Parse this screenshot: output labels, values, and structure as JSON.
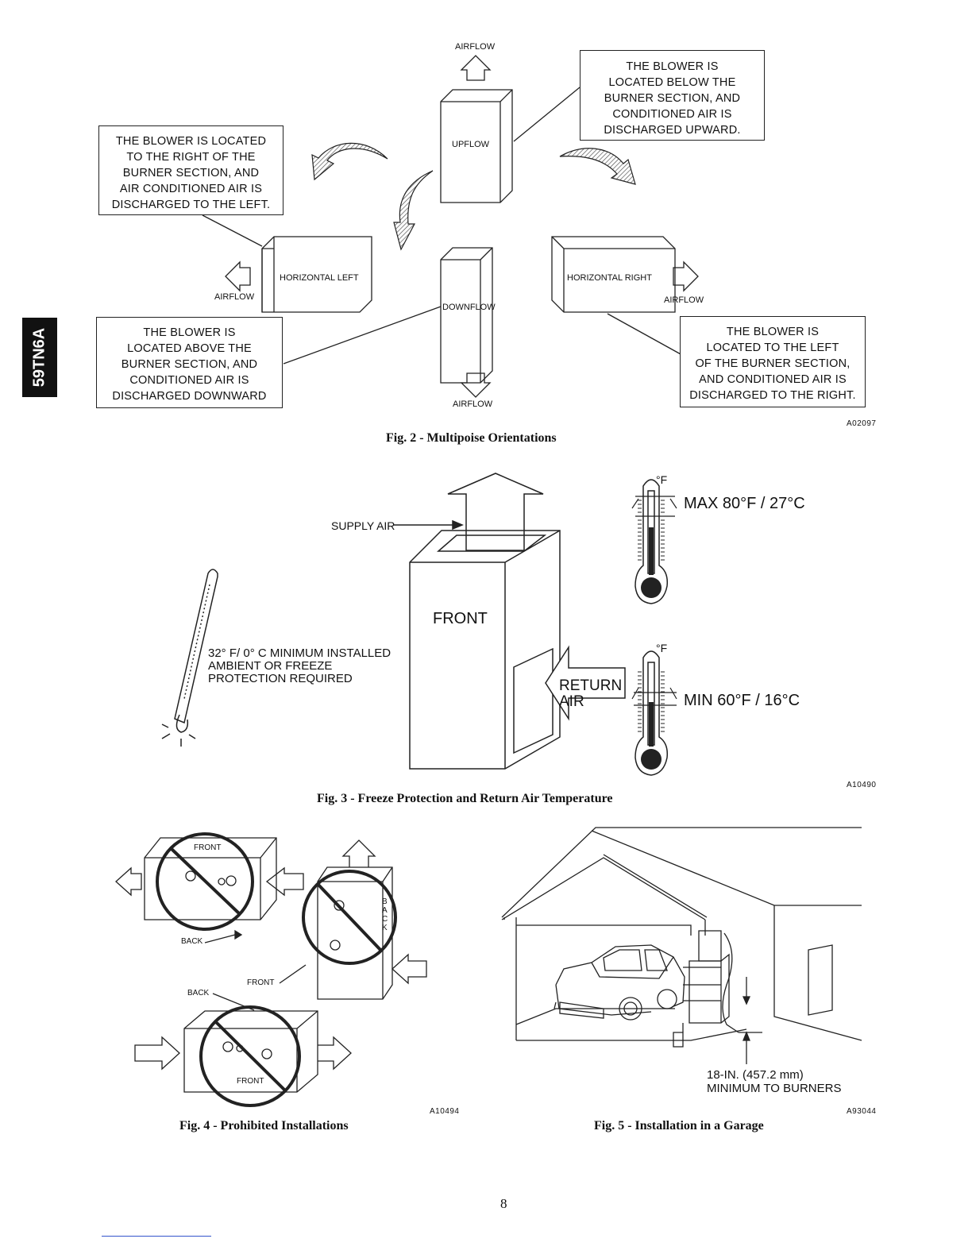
{
  "side_tab": "59TN6A",
  "fig2": {
    "caption": "Fig. 2 - Multipoise Orientations",
    "code": "A02097",
    "labels": {
      "upflow": "UPFLOW",
      "downflow": "DOWNFLOW",
      "horizontal_left": "HORIZONTAL LEFT",
      "horizontal_right": "HORIZONTAL RIGHT",
      "airflow": "AIRFLOW"
    },
    "note_upflow": [
      "THE BLOWER IS",
      "LOCATED BELOW THE",
      "BURNER SECTION, AND",
      "CONDITIONED AIR IS",
      "DISCHARGED UPWARD."
    ],
    "note_left": [
      "THE BLOWER IS LOCATED",
      "TO THE RIGHT OF THE",
      "BURNER SECTION, AND",
      "AIR CONDITIONED AIR IS",
      "DISCHARGED TO THE LEFT."
    ],
    "note_downflow": [
      "THE BLOWER IS",
      "LOCATED ABOVE THE",
      "BURNER SECTION, AND",
      "CONDITIONED AIR IS",
      "DISCHARGED DOWNWARD"
    ],
    "note_right": [
      "THE BLOWER IS",
      "LOCATED TO THE LEFT",
      "OF THE BURNER SECTION,",
      "AND CONDITIONED AIR IS",
      "DISCHARGED TO THE RIGHT."
    ]
  },
  "fig3": {
    "caption": "Fig. 3 - Freeze Protection and Return Air Temperature",
    "code": "A10490",
    "supply_air": "SUPPLY AIR",
    "front": "FRONT",
    "return_air": [
      "RETURN",
      "AIR"
    ],
    "freeze_note": [
      "32° F/ 0° C MINIMUM INSTALLED",
      "AMBIENT OR FREEZE",
      "PROTECTION REQUIRED"
    ],
    "max_temp": "MAX 80°F / 27°C",
    "min_temp": "MIN 60°F / 16°C",
    "unit": "°F"
  },
  "fig4": {
    "caption": "Fig. 4 - Prohibited Installations",
    "code": "A10494",
    "front": "FRONT",
    "back": "BACK",
    "back_vertical": "BACK"
  },
  "fig5": {
    "caption": "Fig. 5 - Installation in a Garage",
    "code": "A93044",
    "note": [
      "18-IN. (457.2 mm)",
      "MINIMUM TO BURNERS"
    ]
  },
  "page_number": "8"
}
